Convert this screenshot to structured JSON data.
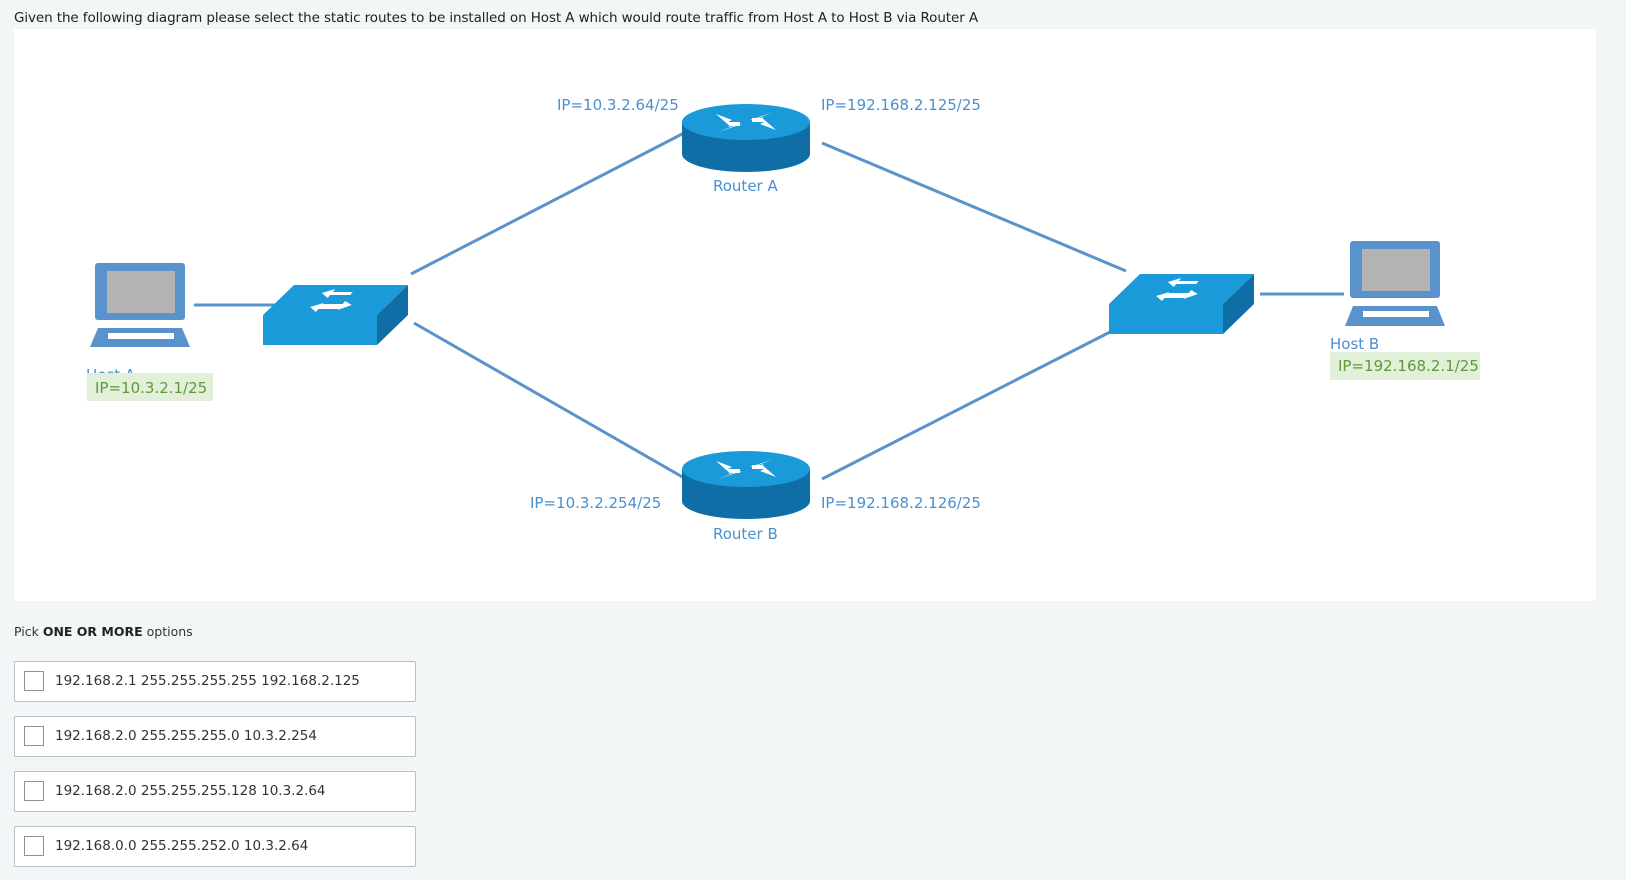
{
  "question": "Given the following diagram please select the static routes to be installed on Host A which would route traffic from Host A to Host B via Router A",
  "diagram": {
    "host_a": {
      "name": "Host A",
      "ip": "IP=10.3.2.1/25"
    },
    "host_b": {
      "name": "Host B",
      "ip": "IP=192.168.2.1/25"
    },
    "router_a": {
      "name": "Router A",
      "ip_left": "IP=10.3.2.64/25",
      "ip_right": "IP=192.168.2.125/25"
    },
    "router_b": {
      "name": "Router B",
      "ip_left": "IP=10.3.2.254/25",
      "ip_right": "IP=192.168.2.126/25"
    },
    "colors": {
      "link": "#5a93cc",
      "device_blue": "#1a9ad8",
      "device_dark": "#0f6ea5",
      "laptop_frame": "#5a93cc",
      "screen": "#b3b3b3",
      "ip_highlight_bg": "#e2efd9",
      "ip_highlight_text": "#5e9a3b"
    }
  },
  "pick": {
    "prefix": "Pick ",
    "emphasis": "ONE OR MORE",
    "suffix": " options"
  },
  "options": [
    {
      "label": "192.168.2.1 255.255.255.255 192.168.2.125",
      "checked": false
    },
    {
      "label": "192.168.2.0 255.255.255.0 10.3.2.254",
      "checked": false
    },
    {
      "label": "192.168.2.0 255.255.255.128 10.3.2.64",
      "checked": false
    },
    {
      "label": "192.168.0.0 255.255.252.0 10.3.2.64",
      "checked": false
    }
  ]
}
